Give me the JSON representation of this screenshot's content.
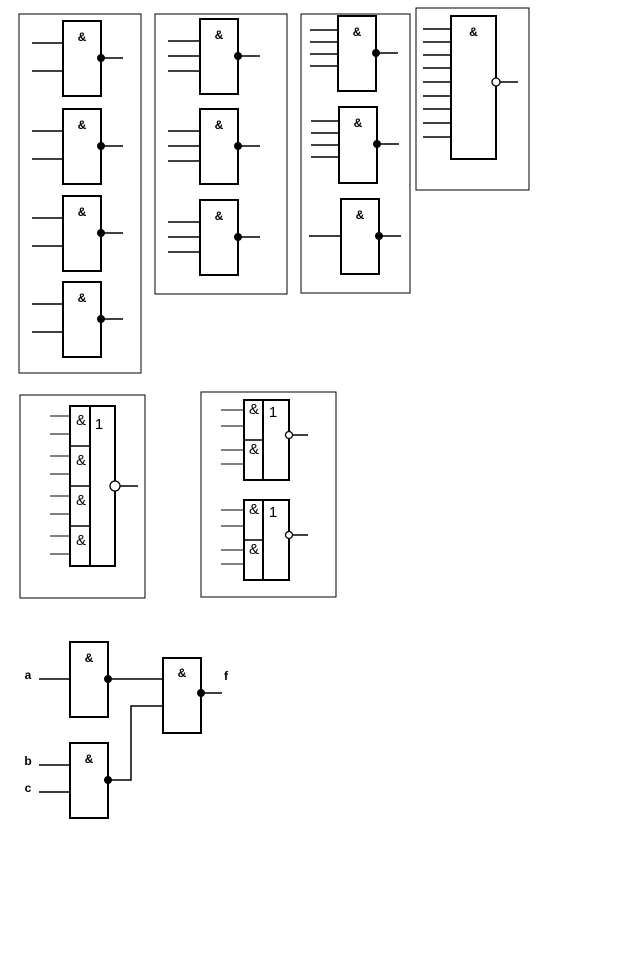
{
  "symbols": {
    "and": "&",
    "or": "1"
  },
  "signals": {
    "a": "a",
    "b": "b",
    "c": "c",
    "f": "f"
  }
}
